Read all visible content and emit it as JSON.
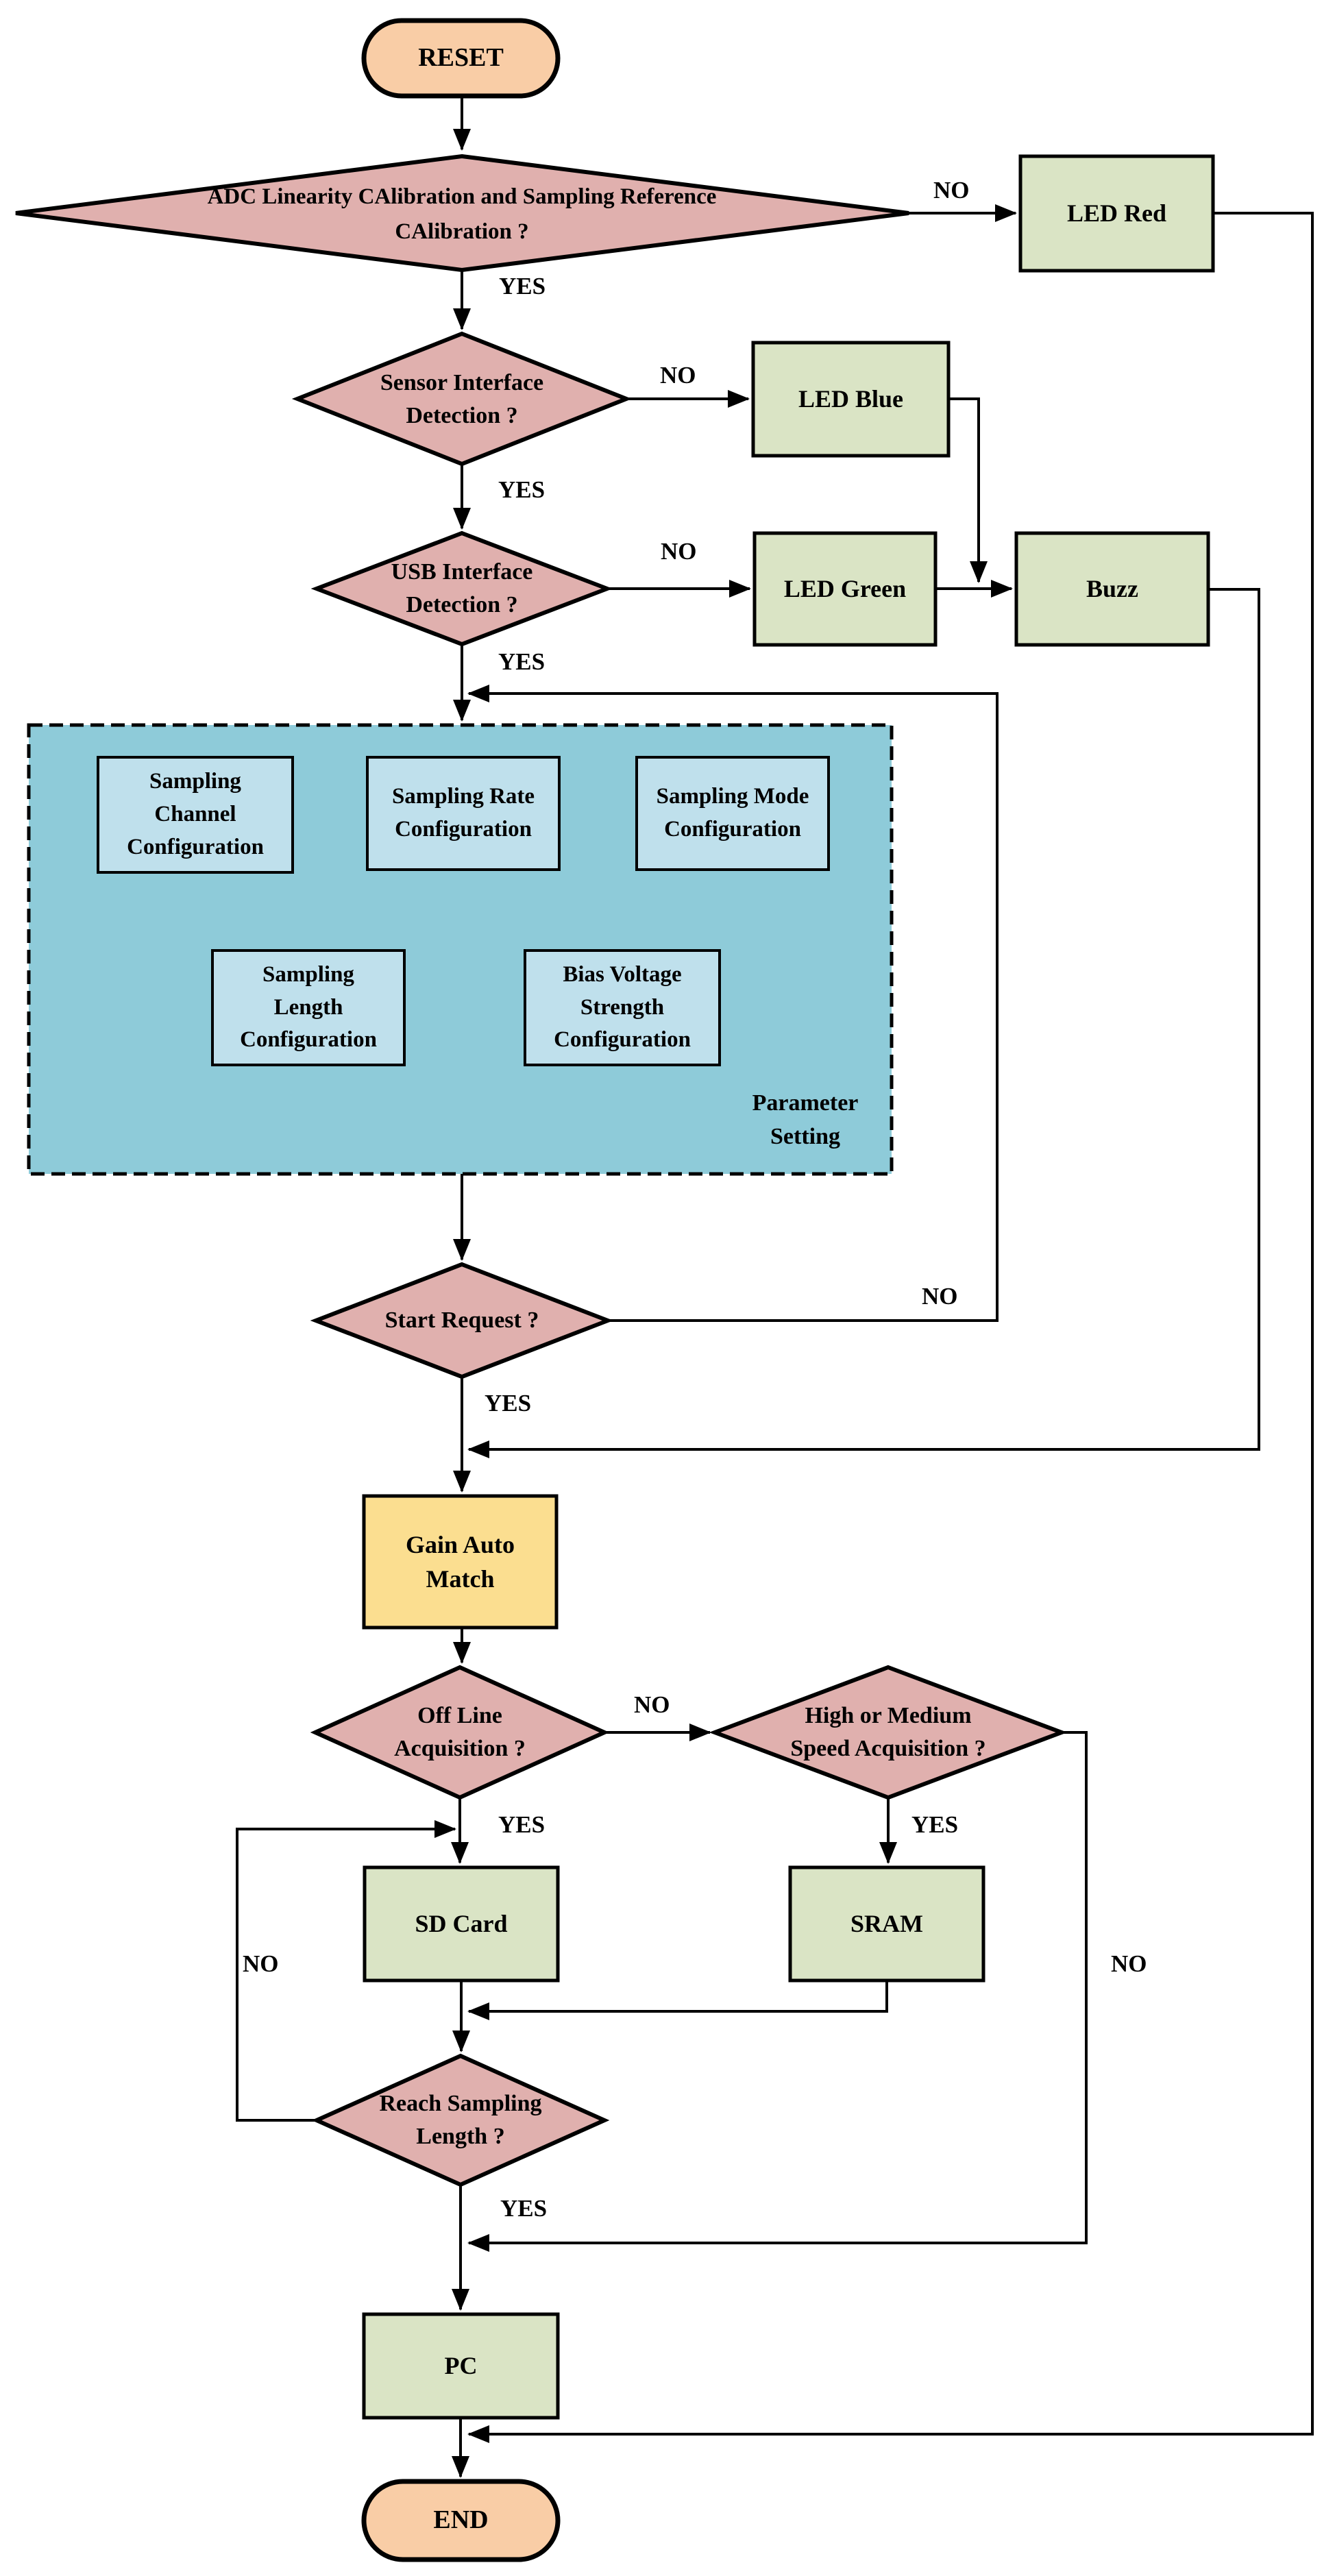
{
  "flowchart": {
    "colors": {
      "terminal_fill": "#F9CDA6",
      "decision_fill": "#E0B0AE",
      "process_fill": "#DAE4C5",
      "group_fill": "#8ECBD9",
      "subprocess_fill": "#BFE0EC",
      "highlight_fill": "#FBDE90",
      "line": "#000000"
    },
    "nodes": {
      "reset": {
        "type": "terminal",
        "lines": [
          "RESET"
        ]
      },
      "adc_check": {
        "type": "decision",
        "lines": [
          "ADC Linearity CAlibration and Sampling Reference",
          "CAlibration ?"
        ]
      },
      "led_red": {
        "type": "process",
        "lines": [
          "LED Red"
        ]
      },
      "sensor_check": {
        "type": "decision",
        "lines": [
          "Sensor Interface",
          "Detection ?"
        ]
      },
      "led_blue": {
        "type": "process",
        "lines": [
          "LED Blue"
        ]
      },
      "usb_check": {
        "type": "decision",
        "lines": [
          "USB Interface",
          "Detection ?"
        ]
      },
      "led_green": {
        "type": "process",
        "lines": [
          "LED Green"
        ]
      },
      "buzz": {
        "type": "process",
        "lines": [
          "Buzz"
        ]
      },
      "sampling_channel": {
        "type": "subprocess",
        "lines": [
          "Sampling",
          "Channel",
          "Configuration"
        ]
      },
      "sampling_rate": {
        "type": "subprocess",
        "lines": [
          "Sampling Rate",
          "Configuration"
        ]
      },
      "sampling_mode": {
        "type": "subprocess",
        "lines": [
          "Sampling Mode",
          "Configuration"
        ]
      },
      "sampling_length": {
        "type": "subprocess",
        "lines": [
          "Sampling",
          "Length",
          "Configuration"
        ]
      },
      "bias_voltage": {
        "type": "subprocess",
        "lines": [
          "Bias Voltage",
          "Strength",
          "Configuration"
        ]
      },
      "parameter_setting": {
        "type": "group-label",
        "lines": [
          "Parameter",
          "Setting"
        ]
      },
      "start_request": {
        "type": "decision",
        "lines": [
          "Start Request ?"
        ]
      },
      "gain_auto_match": {
        "type": "process",
        "lines": [
          "Gain Auto",
          "Match"
        ]
      },
      "offline_check": {
        "type": "decision",
        "lines": [
          "Off Line",
          "Acquisition ?"
        ]
      },
      "speed_check": {
        "type": "decision",
        "lines": [
          "High or Medium",
          "Speed Acquisition ?"
        ]
      },
      "sd_card": {
        "type": "process",
        "lines": [
          "SD Card"
        ]
      },
      "sram": {
        "type": "process",
        "lines": [
          "SRAM"
        ]
      },
      "reach_length": {
        "type": "decision",
        "lines": [
          "Reach Sampling",
          "Length ?"
        ]
      },
      "pc": {
        "type": "process",
        "lines": [
          "PC"
        ]
      },
      "end": {
        "type": "terminal",
        "lines": [
          "END"
        ]
      }
    },
    "edge_labels": {
      "yes": "YES",
      "no": "NO"
    }
  }
}
